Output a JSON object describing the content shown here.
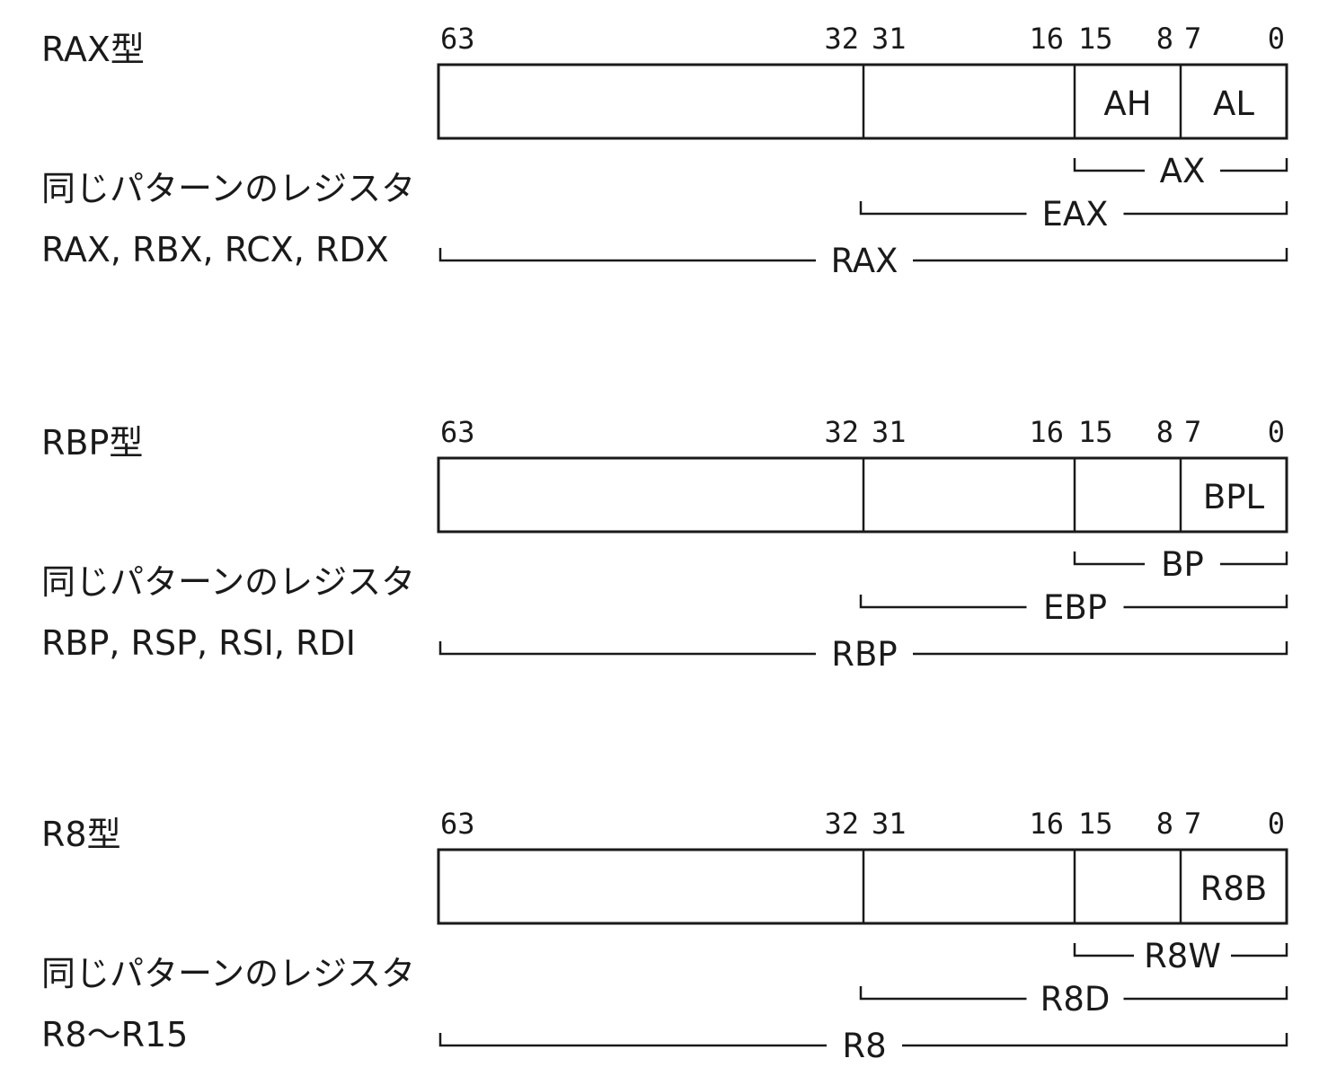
{
  "panels": [
    {
      "title": "RAX型",
      "same_pattern_label": "同じパターンのレジスタ",
      "registers": "RAX, RBX, RCX, RDX",
      "bit_labels": [
        "63",
        "32",
        "31",
        "16",
        "15",
        "8",
        "7",
        "0"
      ],
      "cells": {
        "b8_15": "AH",
        "b0_7": "AL"
      },
      "spans": {
        "bits_0_15": "AX",
        "bits_0_31": "EAX",
        "bits_0_63": "RAX"
      }
    },
    {
      "title": "RBP型",
      "same_pattern_label": "同じパターンのレジスタ",
      "registers": "RBP, RSP, RSI, RDI",
      "bit_labels": [
        "63",
        "32",
        "31",
        "16",
        "15",
        "8",
        "7",
        "0"
      ],
      "cells": {
        "b8_15": "",
        "b0_7": "BPL"
      },
      "spans": {
        "bits_0_15": "BP",
        "bits_0_31": "EBP",
        "bits_0_63": "RBP"
      }
    },
    {
      "title": "R8型",
      "same_pattern_label": "同じパターンのレジスタ",
      "registers": "R8～R15",
      "bit_labels": [
        "63",
        "32",
        "31",
        "16",
        "15",
        "8",
        "7",
        "0"
      ],
      "cells": {
        "b8_15": "",
        "b0_7": "R8B"
      },
      "spans": {
        "bits_0_15": "R8W",
        "bits_0_31": "R8D",
        "bits_0_63": "R8"
      }
    }
  ]
}
